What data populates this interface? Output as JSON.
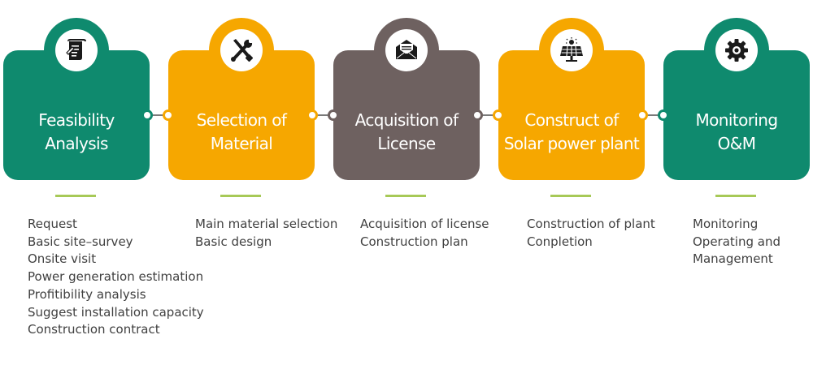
{
  "colors": {
    "green": "#0f8a6e",
    "orange": "#f6a700",
    "gray": "#6e6160",
    "underline": "#a7c957",
    "text": "#404040"
  },
  "steps": [
    {
      "title_line1": "Feasibility",
      "title_line2": "Analysis",
      "color": "#0f8a6e",
      "icon": "document-pen-icon",
      "items": [
        "Request",
        "Basic site–survey",
        "Onsite visit",
        "Power generation estimation",
        "Profitibility analysis",
        "Suggest installation capacity",
        "Construction contract"
      ]
    },
    {
      "title_line1": "Selection of",
      "title_line2": "Material",
      "color": "#f6a700",
      "icon": "tools-icon",
      "items": [
        "Main material selection",
        "Basic design"
      ]
    },
    {
      "title_line1": "Acquisition of",
      "title_line2": "License",
      "color": "#6e6160",
      "icon": "envelope-icon",
      "items": [
        "Acquisition of license",
        "Construction plan"
      ]
    },
    {
      "title_line1": "Construct of",
      "title_line2": "Solar power plant",
      "color": "#f6a700",
      "icon": "solar-panel-icon",
      "items": [
        "Construction of plant",
        "Conpletion"
      ]
    },
    {
      "title_line1": "Monitoring",
      "title_line2": "O&M",
      "color": "#0f8a6e",
      "icon": "gear-icon",
      "items": [
        "Monitoring",
        "Operating and",
        "Management"
      ]
    }
  ]
}
